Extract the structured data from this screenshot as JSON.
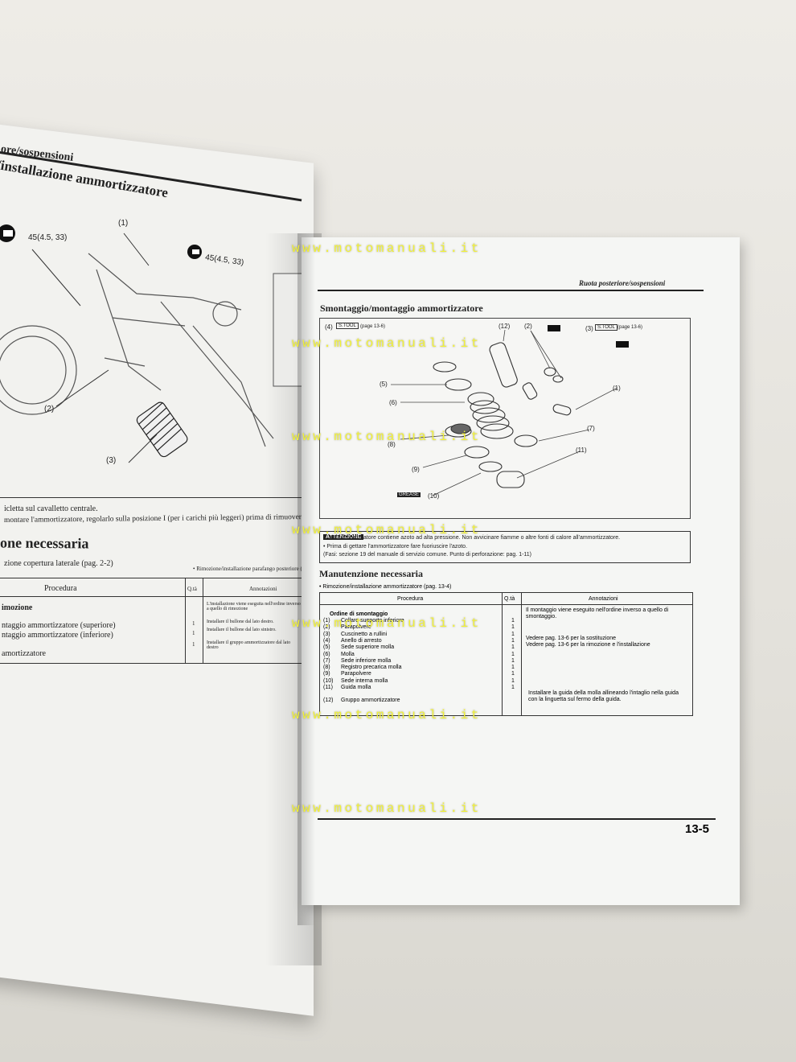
{
  "left_page": {
    "header_fragment": "ore/sospensioni",
    "title_fragment": "/installazione ammortizzatore",
    "torque_1": "45(4.5, 33)",
    "torque_2": "45(4.5, 33)",
    "callout_1": "(1)",
    "callout_2": "(2)",
    "callout_3": "(3)",
    "instr_1": "icletta sul cavalletto centrale.",
    "instr_2": "montare l'ammortizzatore, regolarlo sulla posizione I (per i carichi più leggeri) prima di rimuoverlo",
    "section_title": "one necessaria",
    "ref_1": "zione copertura laterale (pag. 2-2)",
    "ref_2": "• Rimozione/installazione parafango posteriore (pag. 2",
    "table_header_proc": "Procedura",
    "table_header_qty": "Q.tà",
    "table_header_notes": "Annotazioni",
    "row_1": "imozione",
    "row_2": "ntaggio ammortizzatore (superiore)",
    "row_3": "ntaggio ammortizzatore (inferiore)",
    "row_4": "amortizzatore",
    "qty_2": "1",
    "qty_3": "1",
    "qty_4": "1",
    "note_1": "L'installazione viene eseguita nell'ordine inverso a quello di rimozione",
    "note_2": "Installare il bullone dal lato destro.",
    "note_3": "Installare il bullone dal lato sinistro.",
    "note_4": "Installare il gruppo ammortizzatore dal lato destro"
  },
  "right_page": {
    "header": "Ruota posteriore/sospensioni",
    "section_title": "Smontaggio/montaggio ammortizzatore",
    "diagram_labels": {
      "l4": "(4)",
      "l4_tool": "S.TOOL",
      "l4_ref": "(page 13-6)",
      "l12": "(12)",
      "l2": "(2)",
      "l3": "(3)",
      "l3_tool": "S.TOOL",
      "l3_ref": "(page 13-6)",
      "l1": "(1)",
      "l5": "(5)",
      "l6": "(6)",
      "l7": "(7)",
      "l8": "(8)",
      "l9": "(9)",
      "l10": "(10)",
      "l10_tag": "GREASE",
      "l11": "(11)"
    },
    "warning_tag": "ATTENZIONE",
    "warning_1": "• L'ammortizzatore contiene azoto ad alta pressione. Non avvicinare fiamme o altre fonti di calore all'ammortizzatore.",
    "warning_2": "• Prima di gettare l'ammortizzatore fare fuoriuscire l'azoto.",
    "warning_3": "(Fasi: sezione 19 del manuale di servizio comune. Punto di perforazione: pag. 1-11)",
    "manut_title": "Manutenzione necessaria",
    "manut_ref": "• Rimozione/installazione ammortizzatore (pag. 13-4)",
    "table": {
      "h_proc": "Procedura",
      "h_qty": "Q.tà",
      "h_notes": "Annotazioni",
      "order_title": "Ordine di smontaggio",
      "rows": [
        {
          "n": "(1)",
          "name": "Collare supporto inferiore",
          "q": "1"
        },
        {
          "n": "(2)",
          "name": "Parapolvere",
          "q": "1"
        },
        {
          "n": "(3)",
          "name": "Cuscinetto a rullini",
          "q": "1"
        },
        {
          "n": "(4)",
          "name": "Anello di arresto",
          "q": "1"
        },
        {
          "n": "(5)",
          "name": "Sede superiore molla",
          "q": "1"
        },
        {
          "n": "(6)",
          "name": "Molla",
          "q": "1"
        },
        {
          "n": "(7)",
          "name": "Sede inferiore molla",
          "q": "1"
        },
        {
          "n": "(8)",
          "name": "Registro precarica molla",
          "q": "1"
        },
        {
          "n": "(9)",
          "name": "Parapolvere",
          "q": "1"
        },
        {
          "n": "(10)",
          "name": "Sede interna molla",
          "q": "1"
        },
        {
          "n": "(11)",
          "name": "Guida molla",
          "q": "1"
        },
        {
          "n": "(12)",
          "name": "Gruppo ammortizzatore",
          "q": ""
        }
      ],
      "note_1": "Il montaggio viene eseguito nell'ordine inverso a quello di",
      "note_1b": "smontaggio.",
      "note_2": "Vedere pag. 13-6 per la sostituzione",
      "note_3": "Vedere pag. 13-6 per la rimozione e l'installazione",
      "note_4": "Installare la guida della molla allineando l'intaglio nella guida",
      "note_4b": "con la linguetta sul fermo della guida."
    },
    "page_number": "13-5"
  },
  "watermark": "www.motomanuali.it"
}
